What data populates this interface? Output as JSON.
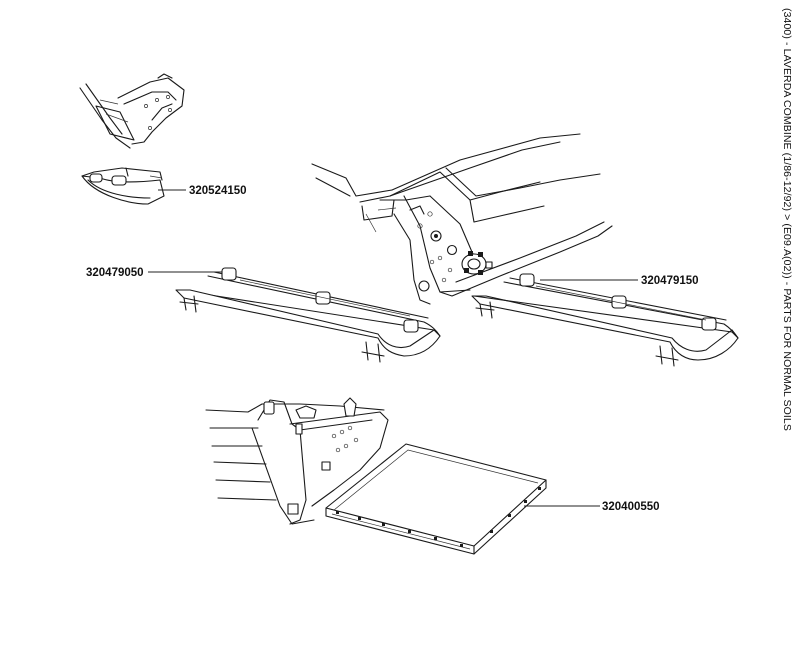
{
  "title": "(3400) - LAVERDA COMBINE (1/86-12/92) > (E09.A(02)) - PARTS FOR NORMAL SOILS",
  "parts": [
    {
      "part_number": "320524150"
    },
    {
      "part_number": "320479050"
    },
    {
      "part_number": "320479150"
    },
    {
      "part_number": "320400550"
    }
  ]
}
